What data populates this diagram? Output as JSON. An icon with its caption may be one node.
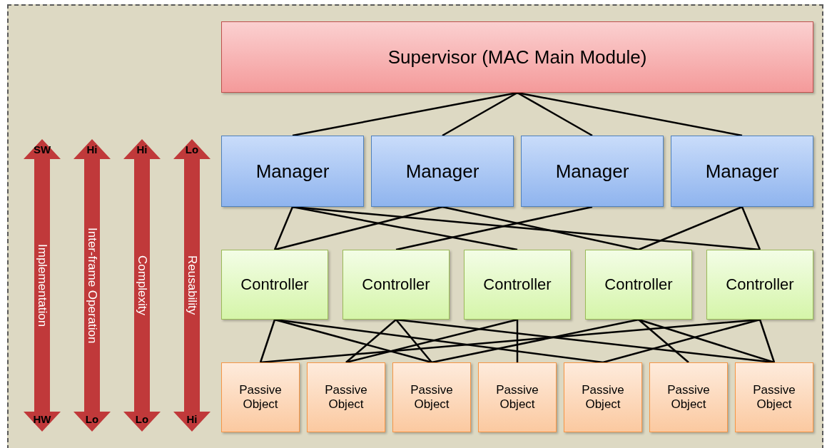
{
  "diagram": {
    "nodes": [
      {
        "text": [
          "Supervisor (MAC Main Module)"
        ]
      },
      {
        "text": [
          "Manager"
        ]
      },
      {
        "text": [
          "Manager"
        ]
      },
      {
        "text": [
          "Manager"
        ]
      },
      {
        "text": [
          "Manager"
        ]
      },
      {
        "text": [
          "Controller"
        ]
      },
      {
        "text": [
          "Controller"
        ]
      },
      {
        "text": [
          "Controller"
        ]
      },
      {
        "text": [
          "Controller"
        ]
      },
      {
        "text": [
          "Controller"
        ]
      },
      {
        "text": [
          "Passive Object"
        ]
      },
      {
        "text": [
          "Passive Object"
        ]
      },
      {
        "text": [
          "Passive Object"
        ]
      },
      {
        "text": [
          "Passive Object"
        ]
      },
      {
        "text": [
          "Passive Object"
        ]
      },
      {
        "text": [
          "Passive Object"
        ]
      },
      {
        "text": [
          "Passive Object"
        ]
      }
    ],
    "edges": [
      {
        "from": 0,
        "to": 1,
        "arrow": "none"
      },
      {
        "from": 0,
        "to": 2,
        "arrow": "none"
      },
      {
        "from": 0,
        "to": 3,
        "arrow": "none"
      },
      {
        "from": 0,
        "to": 4,
        "arrow": "none"
      },
      {
        "from": 1,
        "to": 5,
        "arrow": "none"
      },
      {
        "from": 1,
        "to": 7,
        "arrow": "none"
      },
      {
        "from": 1,
        "to": 9,
        "arrow": "none"
      },
      {
        "from": 2,
        "to": 5,
        "arrow": "none"
      },
      {
        "from": 2,
        "to": 8,
        "arrow": "none"
      },
      {
        "from": 3,
        "to": 6,
        "arrow": "none"
      },
      {
        "from": 4,
        "to": 8,
        "arrow": "none"
      },
      {
        "from": 4,
        "to": 9,
        "arrow": "none"
      },
      {
        "from": 5,
        "to": 10,
        "arrow": "none"
      },
      {
        "from": 5,
        "to": 12,
        "arrow": "none"
      },
      {
        "from": 5,
        "to": 14,
        "arrow": "none"
      },
      {
        "from": 6,
        "to": 11,
        "arrow": "none"
      },
      {
        "from": 6,
        "to": 12,
        "arrow": "none"
      },
      {
        "from": 6,
        "to": 16,
        "arrow": "none"
      },
      {
        "from": 7,
        "to": 11,
        "arrow": "none"
      },
      {
        "from": 7,
        "to": 13,
        "arrow": "none"
      },
      {
        "from": 8,
        "to": 12,
        "arrow": "none"
      },
      {
        "from": 8,
        "to": 15,
        "arrow": "none"
      },
      {
        "from": 8,
        "to": 16,
        "arrow": "none"
      },
      {
        "from": 9,
        "to": 10,
        "arrow": "none"
      },
      {
        "from": 9,
        "to": 14,
        "arrow": "none"
      },
      {
        "from": 9,
        "to": 16,
        "arrow": "none"
      }
    ],
    "labels": [
      "SW",
      "Implementation",
      "HW",
      "Hi",
      "Inter-frame Operation",
      "Lo",
      "Hi",
      "Complexity",
      "Lo",
      "Lo",
      "Reusability",
      "Hi"
    ]
  }
}
